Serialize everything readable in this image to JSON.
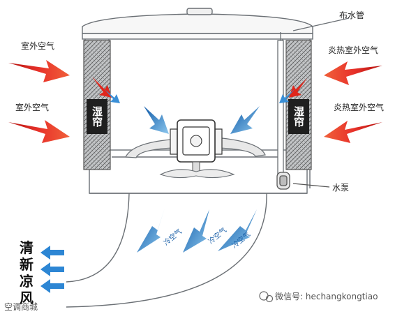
{
  "labels": {
    "outdoor_air_left_top": "室外空气",
    "outdoor_air_left_bottom": "室外空气",
    "hot_outdoor_air_right_top": "炎热室外空气",
    "hot_outdoor_air_right_bottom": "炎热室外空气",
    "water_pipe": "布水管",
    "water_pump": "水泵",
    "wet_pad_left": "湿帘",
    "wet_pad_right": "湿帘",
    "cold_air": [
      "冷空气",
      "冷空气",
      "冷空气"
    ],
    "fresh_cool_wind": [
      "清",
      "新",
      "凉",
      "风"
    ]
  },
  "watermark": {
    "wechat": "微信号: hechangkongtiao",
    "corner": "空调商城"
  },
  "colors": {
    "hot_arrow": "#e0261c",
    "cold_arrow": "#1e78c8",
    "outline": "#6a6f74",
    "pad_fill": "#b9bcbf"
  }
}
